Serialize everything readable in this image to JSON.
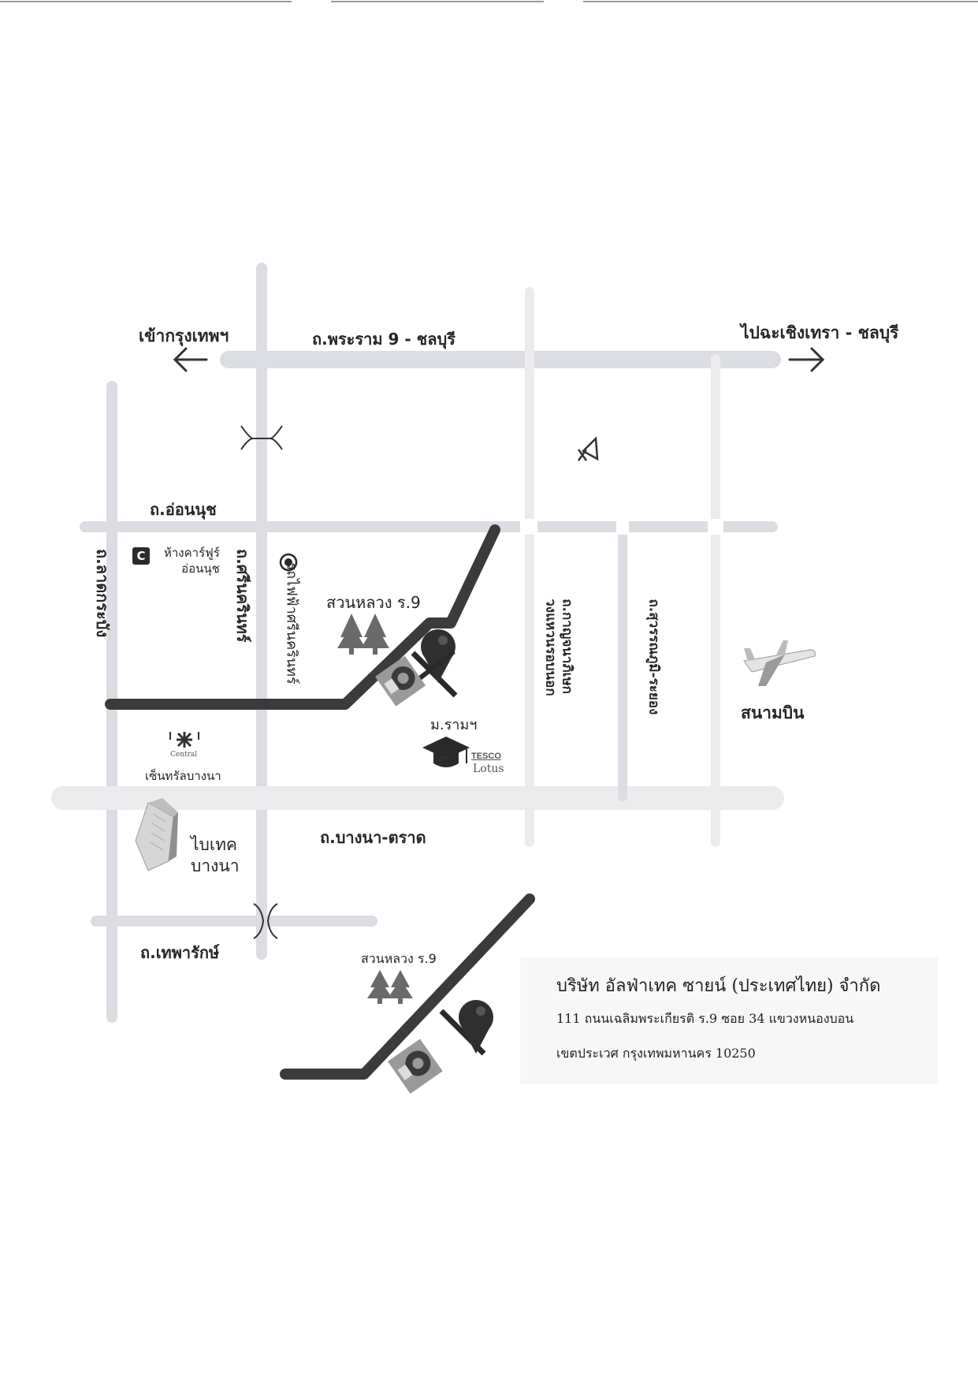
{
  "map": {
    "labels": {
      "to_bangkok": "เข้ากรุงเทพฯ",
      "highway_rama9_chonburi": "ถ.พระราม 9 - ชลบุรี",
      "to_chachoengsao_chonburi": "ไปฉะเชิงเทรา - ชลบุรี",
      "on_nut_road": "ถ.อ่อนนุช",
      "bangna_trat_road": "ถ.บางนา-ตราด",
      "thepharak_road": "ถ.เทพารักษ์",
      "lat_krabang_road": "ถ.ลาดกระบัง",
      "srinakarin_road": "ถ.ศรีนครินทร์",
      "suan_luang_label": "สวนหลวง ร.9",
      "carrefour": "ห้างคาร์ฟูร์\nอ่อนนุช",
      "carrefour_badge": "C",
      "ramkhamhaeng_uni": "ม.รามฯ",
      "tesco_top": "TESCO",
      "tesco_bottom": "Lotus",
      "central_brand": "Central",
      "central_bangna": "เซ็นทรัลบางนา",
      "bitec": "ไบเทค\nบางนา",
      "airport": "สนามบิน",
      "kanchanaphisek": "ถ.กาญจนาภิเษก\nวงแหวนรอบนอก",
      "suvarnabhumi_road": "ถ.สุวรรณภูมิ-ระยอง",
      "vert_label_left": "ถ.ลาดกระบัง",
      "vert_label_srinakarin": "ถ.ศรีนครินทร์",
      "vert_label_train": "รถไฟฟ้าศรีนครินทร์"
    },
    "icons": {
      "left_arrow": "arrow-left-icon",
      "right_arrow": "arrow-right-icon",
      "north": "north-arrow-icon",
      "tree": "tree-icon",
      "pin": "location-pin-icon",
      "graduation": "graduation-cap-icon",
      "plane": "airplane-icon",
      "building": "building-icon"
    },
    "colors": {
      "road_light": "#dcdde2",
      "route_dark": "#3b3b3b",
      "label": "#262626"
    }
  },
  "inset": {
    "suan_luang_label": "สวนหลวง ร.9"
  },
  "company": {
    "name": "บริษัท อัลฟ่าเทค ซายน์ (ประเทศไทย) จำกัด",
    "address_line1": "111 ถนนเฉลิมพระเกียรติ ร.9 ซอย 34 แขวงหนองบอน",
    "address_line2": "เขตประเวศ กรุงเทพมหานคร 10250"
  }
}
